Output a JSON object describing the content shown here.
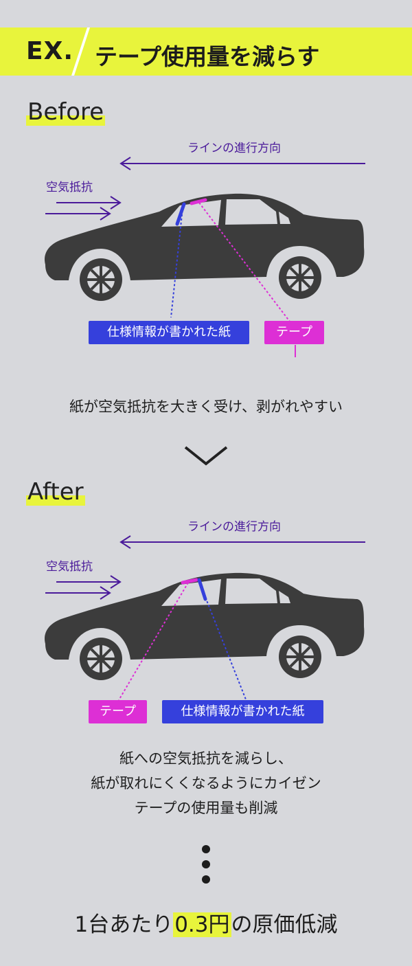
{
  "header": {
    "ex_label": "EX.",
    "title": "テープ使用量を減らす"
  },
  "colors": {
    "accent_yellow": "#e8f43c",
    "background": "#d7d8dc",
    "car": "#3c3c3c",
    "arrow_purple": "#4a1a9a",
    "paper_blue": "#3540dc",
    "tape_magenta": "#dd2fd5"
  },
  "before": {
    "section_label": "Before",
    "line_direction_label": "ラインの進行方向",
    "air_resistance_label": "空気抵抗",
    "paper_tag": "仕様情報が書かれた紙",
    "tape_tag": "テープ",
    "caption": "紙が空気抵抗を大きく受け、剥がれやすい"
  },
  "after": {
    "section_label": "After",
    "line_direction_label": "ラインの進行方向",
    "air_resistance_label": "空気抵抗",
    "tape_tag": "テープ",
    "paper_tag": "仕様情報が書かれた紙",
    "caption_lines": [
      "紙への空気抵抗を減らし、",
      "紙が取れにくくなるようにカイゼン",
      "テープの使用量も削減"
    ]
  },
  "result": {
    "prefix": "1台あたり",
    "highlight": "0.3円",
    "suffix": "の原価低減"
  },
  "icons": [
    "chevron-down-icon",
    "vertical-ellipsis-icon",
    "car-silhouette-icon",
    "arrow-left-icon",
    "arrow-right-icon"
  ]
}
